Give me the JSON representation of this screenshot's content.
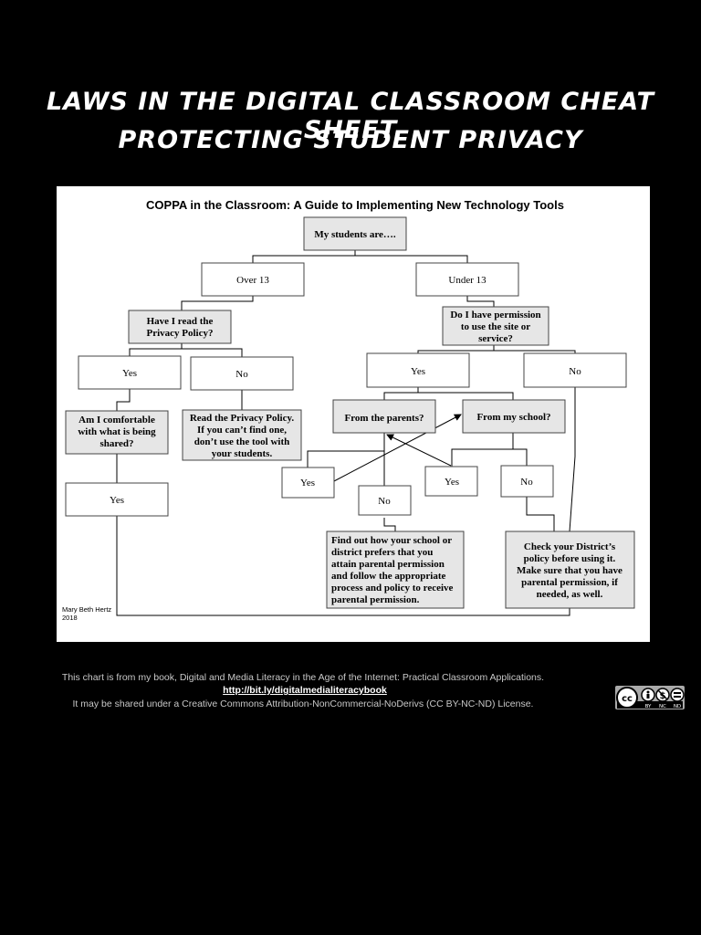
{
  "page": {
    "title_line1": "Laws in the Digital Classroom Cheat Sheet",
    "title_line2": "Protecting Student Privacy"
  },
  "diagram": {
    "title": "COPPA in the Classroom: A Guide to Implementing New Technology Tools",
    "nodes": {
      "root": "My students are….",
      "over13": "Over 13",
      "under13": "Under 13",
      "read_policy": [
        "Have I read the",
        "Privacy Policy?"
      ],
      "have_permission": [
        "Do I have permission",
        "to use the site or",
        "service?"
      ],
      "yes_read": "Yes",
      "no_read": "No",
      "yes_perm": "Yes",
      "no_perm": "No",
      "comfortable": [
        "Am I comfortable",
        "with what is being",
        "shared?"
      ],
      "read_the_policy": [
        "Read the Privacy Policy.",
        "If you can’t find one,",
        "don’t use the tool with",
        "your students."
      ],
      "from_parents": "From the parents?",
      "from_school": "From my school?",
      "yes_comfortable": "Yes",
      "yes_parents": "Yes",
      "no_parents": "No",
      "yes_school": "Yes",
      "no_school": "No",
      "find_out": [
        "Find out how your school or",
        "district prefers that you",
        "attain parental permission",
        "and follow the appropriate",
        "process and policy to receive",
        "parental permission."
      ],
      "check_district": [
        "Check your District’s",
        "policy before using it.",
        "Make sure that you have",
        "parental permission, if",
        "needed, as well."
      ]
    },
    "author": "Mary Beth Hertz",
    "year": "2018"
  },
  "footer": {
    "line1": "This  chart is from my book, Digital and Media Literacy in the Age of the Internet: Practical Classroom Applications.",
    "link": "http://bit.ly/digitalmedialiteracybook",
    "line3": "It may be shared under a Creative Commons Attribution-NonCommercial-NoDerivs (CC BY-NC-ND) License.",
    "license_labels": [
      "BY",
      "NC",
      "ND"
    ]
  }
}
